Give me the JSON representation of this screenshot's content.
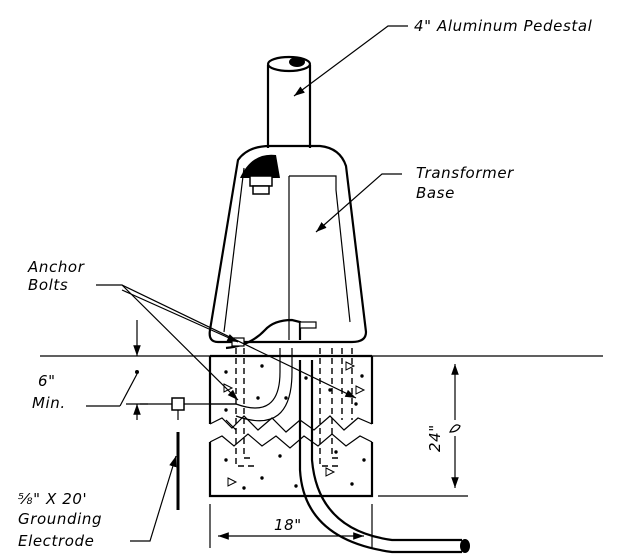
{
  "labels": {
    "pedestal": "4\" Aluminum Pedestal",
    "transformer_line1": "Transformer",
    "transformer_line2": "Base",
    "anchor_line1": "Anchor",
    "anchor_line2": "Bolts",
    "min_line1": "6\"",
    "min_line2": "Min.",
    "electrode_line1": "⅝\" X 20'",
    "electrode_line2": "Grounding",
    "electrode_line3": "Electrode",
    "depth": "24\"",
    "width": "18\""
  }
}
